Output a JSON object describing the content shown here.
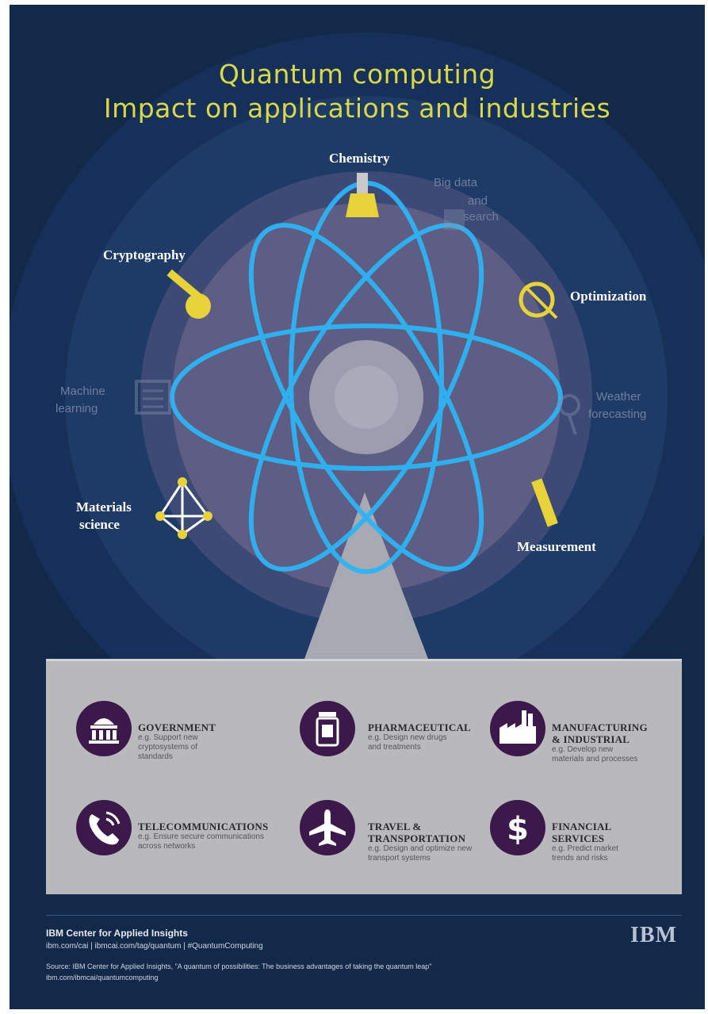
{
  "title_line1": "Quantum computing",
  "title_line2": "Impact on applications and industries",
  "applications": {
    "chemistry": "Chemistry",
    "cryptography": "Cryptography",
    "optimization": "Optimization",
    "materials_line1": "Materials",
    "materials_line2": "science",
    "measurement": "Measurement"
  },
  "faint_applications": {
    "big_data_line1": "Big data",
    "big_data_line2": "and",
    "big_data_line3": "search",
    "machine_line1": "Machine",
    "machine_line2": "learning",
    "weather_line1": "Weather",
    "weather_line2": "forecasting"
  },
  "industries": [
    {
      "name_line1": "GOVERNMENT",
      "name_line2": "",
      "desc_line1": "e.g. Support new",
      "desc_line2": "cryptosystems of",
      "desc_line3": "standards",
      "icon": "capitol-building-icon"
    },
    {
      "name_line1": "PHARMACEUTICAL",
      "name_line2": "",
      "desc_line1": "e.g. Design new drugs",
      "desc_line2": "and treatments",
      "desc_line3": "",
      "icon": "medicine-bottle-icon"
    },
    {
      "name_line1": "MANUFACTURING",
      "name_line2": "& INDUSTRIAL",
      "desc_line1": "e.g. Develop new",
      "desc_line2": "materials and processes",
      "desc_line3": "",
      "icon": "factory-icon"
    },
    {
      "name_line1": "TELECOMMUNICATIONS",
      "name_line2": "",
      "desc_line1": "e.g. Ensure secure communications",
      "desc_line2": "across networks",
      "desc_line3": "",
      "icon": "phone-icon"
    },
    {
      "name_line1": "TRAVEL &",
      "name_line2": "TRANSPORTATION",
      "desc_line1": "e.g. Design and optimize new",
      "desc_line2": "transport systems",
      "desc_line3": "",
      "icon": "airplane-icon"
    },
    {
      "name_line1": "FINANCIAL",
      "name_line2": "SERVICES",
      "desc_line1": "e.g. Predict market",
      "desc_line2": "trends and risks",
      "desc_line3": "",
      "icon": "dollar-icon"
    }
  ],
  "footer": {
    "org": "IBM Center for Applied Insights",
    "links": "ibm.com/cai  |  ibmcai.com/tag/quantum  |  #QuantumComputing",
    "source_line1": "Source: IBM Center for Applied Insights, \"A quantum of possibilities: The business advantages of taking the quantum leap\"",
    "source_line2": "ibm.com/ibmcai/quantumcomputing",
    "logo": "IBM"
  },
  "colors": {
    "background": "#13294a",
    "title": "#d8d94a",
    "orbit": "#2eb4f5",
    "icon_yellow": "#e8d23a",
    "panel": "#b9b9bc",
    "industry_circle": "#3b1a4b"
  }
}
